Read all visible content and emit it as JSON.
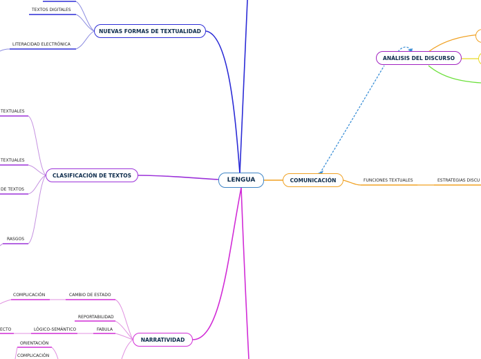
{
  "central": {
    "label": "LENGUA"
  },
  "main_topics": {
    "nuevas_formas": "NUEVAS FORMAS DE TEXTUALIDAD",
    "clasificacion": "CLASIFICACIÓN DE TEXTOS",
    "narratividad": "NARRATIVIDAD",
    "comunicacion": "COMUNICACIÓN",
    "analisis": "ANÁLISIS DEL DISCURSO"
  },
  "subtopics": {
    "textos_digitales": "TEXTOS DIGITALES",
    "literacidad": "LITERACIDAD ELECTRÓNICA",
    "textuales_1": "TEXTUALES",
    "textuales_2": "TEXTUALES",
    "de_textos": "DE TEXTOS",
    "rasgos": "RASGOS",
    "complicacion_1": "COMPLICACIÓN",
    "cambio_estado": "CAMBIO DE ESTADO",
    "reportabilidad": "REPORTABILIDAD",
    "ecto": "ECTO",
    "logico_semantico": "LÓGICO-SEMÁNTICO",
    "fabula": "FABULA",
    "orientacion": "ORIENTACIÓN",
    "complicacion_2": "COMPLICACIÓN",
    "funciones_textuales": "FUNCIONES TEXTUALES",
    "estrategias": "ESTRATEGIAS DISCU"
  },
  "colors": {
    "central": "#3b82c4",
    "nuevas": "#2b2bd6",
    "clasificacion": "#9b30d9",
    "narratividad": "#d12bd6",
    "comunicacion": "#f0a020",
    "analisis": "#a020c0",
    "dashed_link": "#3b8fd6",
    "yellow": "#e8d820",
    "green": "#6be03a"
  }
}
